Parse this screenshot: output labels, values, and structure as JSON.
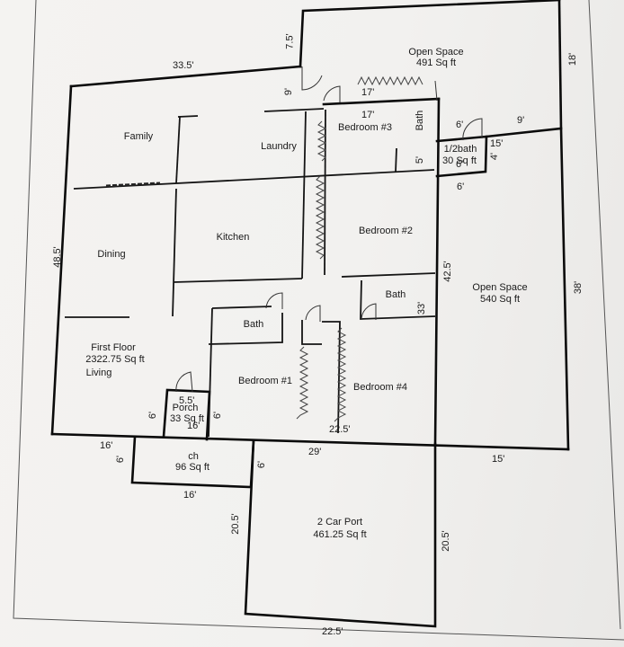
{
  "rooms": {
    "open_space_top": "Open Space",
    "open_space_top_area": "491 Sq ft",
    "family": "Family",
    "laundry": "Laundry",
    "bedroom3": "Bedroom #3",
    "bath_top": "Bath",
    "half_bath": "1/2bath",
    "half_bath_area": "30 Sq ft",
    "kitchen": "Kitchen",
    "dining": "Dining",
    "bedroom2": "Bedroom #2",
    "bath_mid": "Bath",
    "open_space_right": "Open Space",
    "open_space_right_area": "540 Sq ft",
    "bath_low": "Bath",
    "first_floor": "First Floor",
    "first_floor_area": "2322.75 Sq ft",
    "living": "Living",
    "bedroom1": "Bedroom #1",
    "bedroom4": "Bedroom #4",
    "porch_small": "Porch",
    "porch_small_area": "33 Sq ft",
    "porch_big": "ch",
    "porch_big_area": "96 Sq ft",
    "carport": "2 Car Port",
    "carport_area": "461.25 Sq ft"
  },
  "dimensions": {
    "d_33_5": "33.5'",
    "d_7_5": "7.5'",
    "d_18": "18'",
    "d_9_a": "9'",
    "d_17_a": "17'",
    "d_17_b": "17'",
    "d_6_a": "6'",
    "d_9_b": "9'",
    "d_15_a": "15'",
    "d_4": "4'",
    "d_5": "5'",
    "d_6_b": "6'",
    "d_48_5": "48.5'",
    "d_42_5": "42.5'",
    "d_38": "38'",
    "d_33": "33'",
    "d_5_5": "5.5'",
    "d_6_c": "6'",
    "d_6_d": "6'",
    "d_16_a": "16'",
    "d_22_5_a": "22.5'",
    "d_16_b": "16'",
    "d_29": "29'",
    "d_15_b": "15'",
    "d_6_e": "6'",
    "d_6_f": "6'",
    "d_16_c": "16'",
    "d_20_5_a": "20.5'",
    "d_20_5_b": "20.5'",
    "d_22_5_b": "22.5'",
    "d_6_g": "6'"
  }
}
